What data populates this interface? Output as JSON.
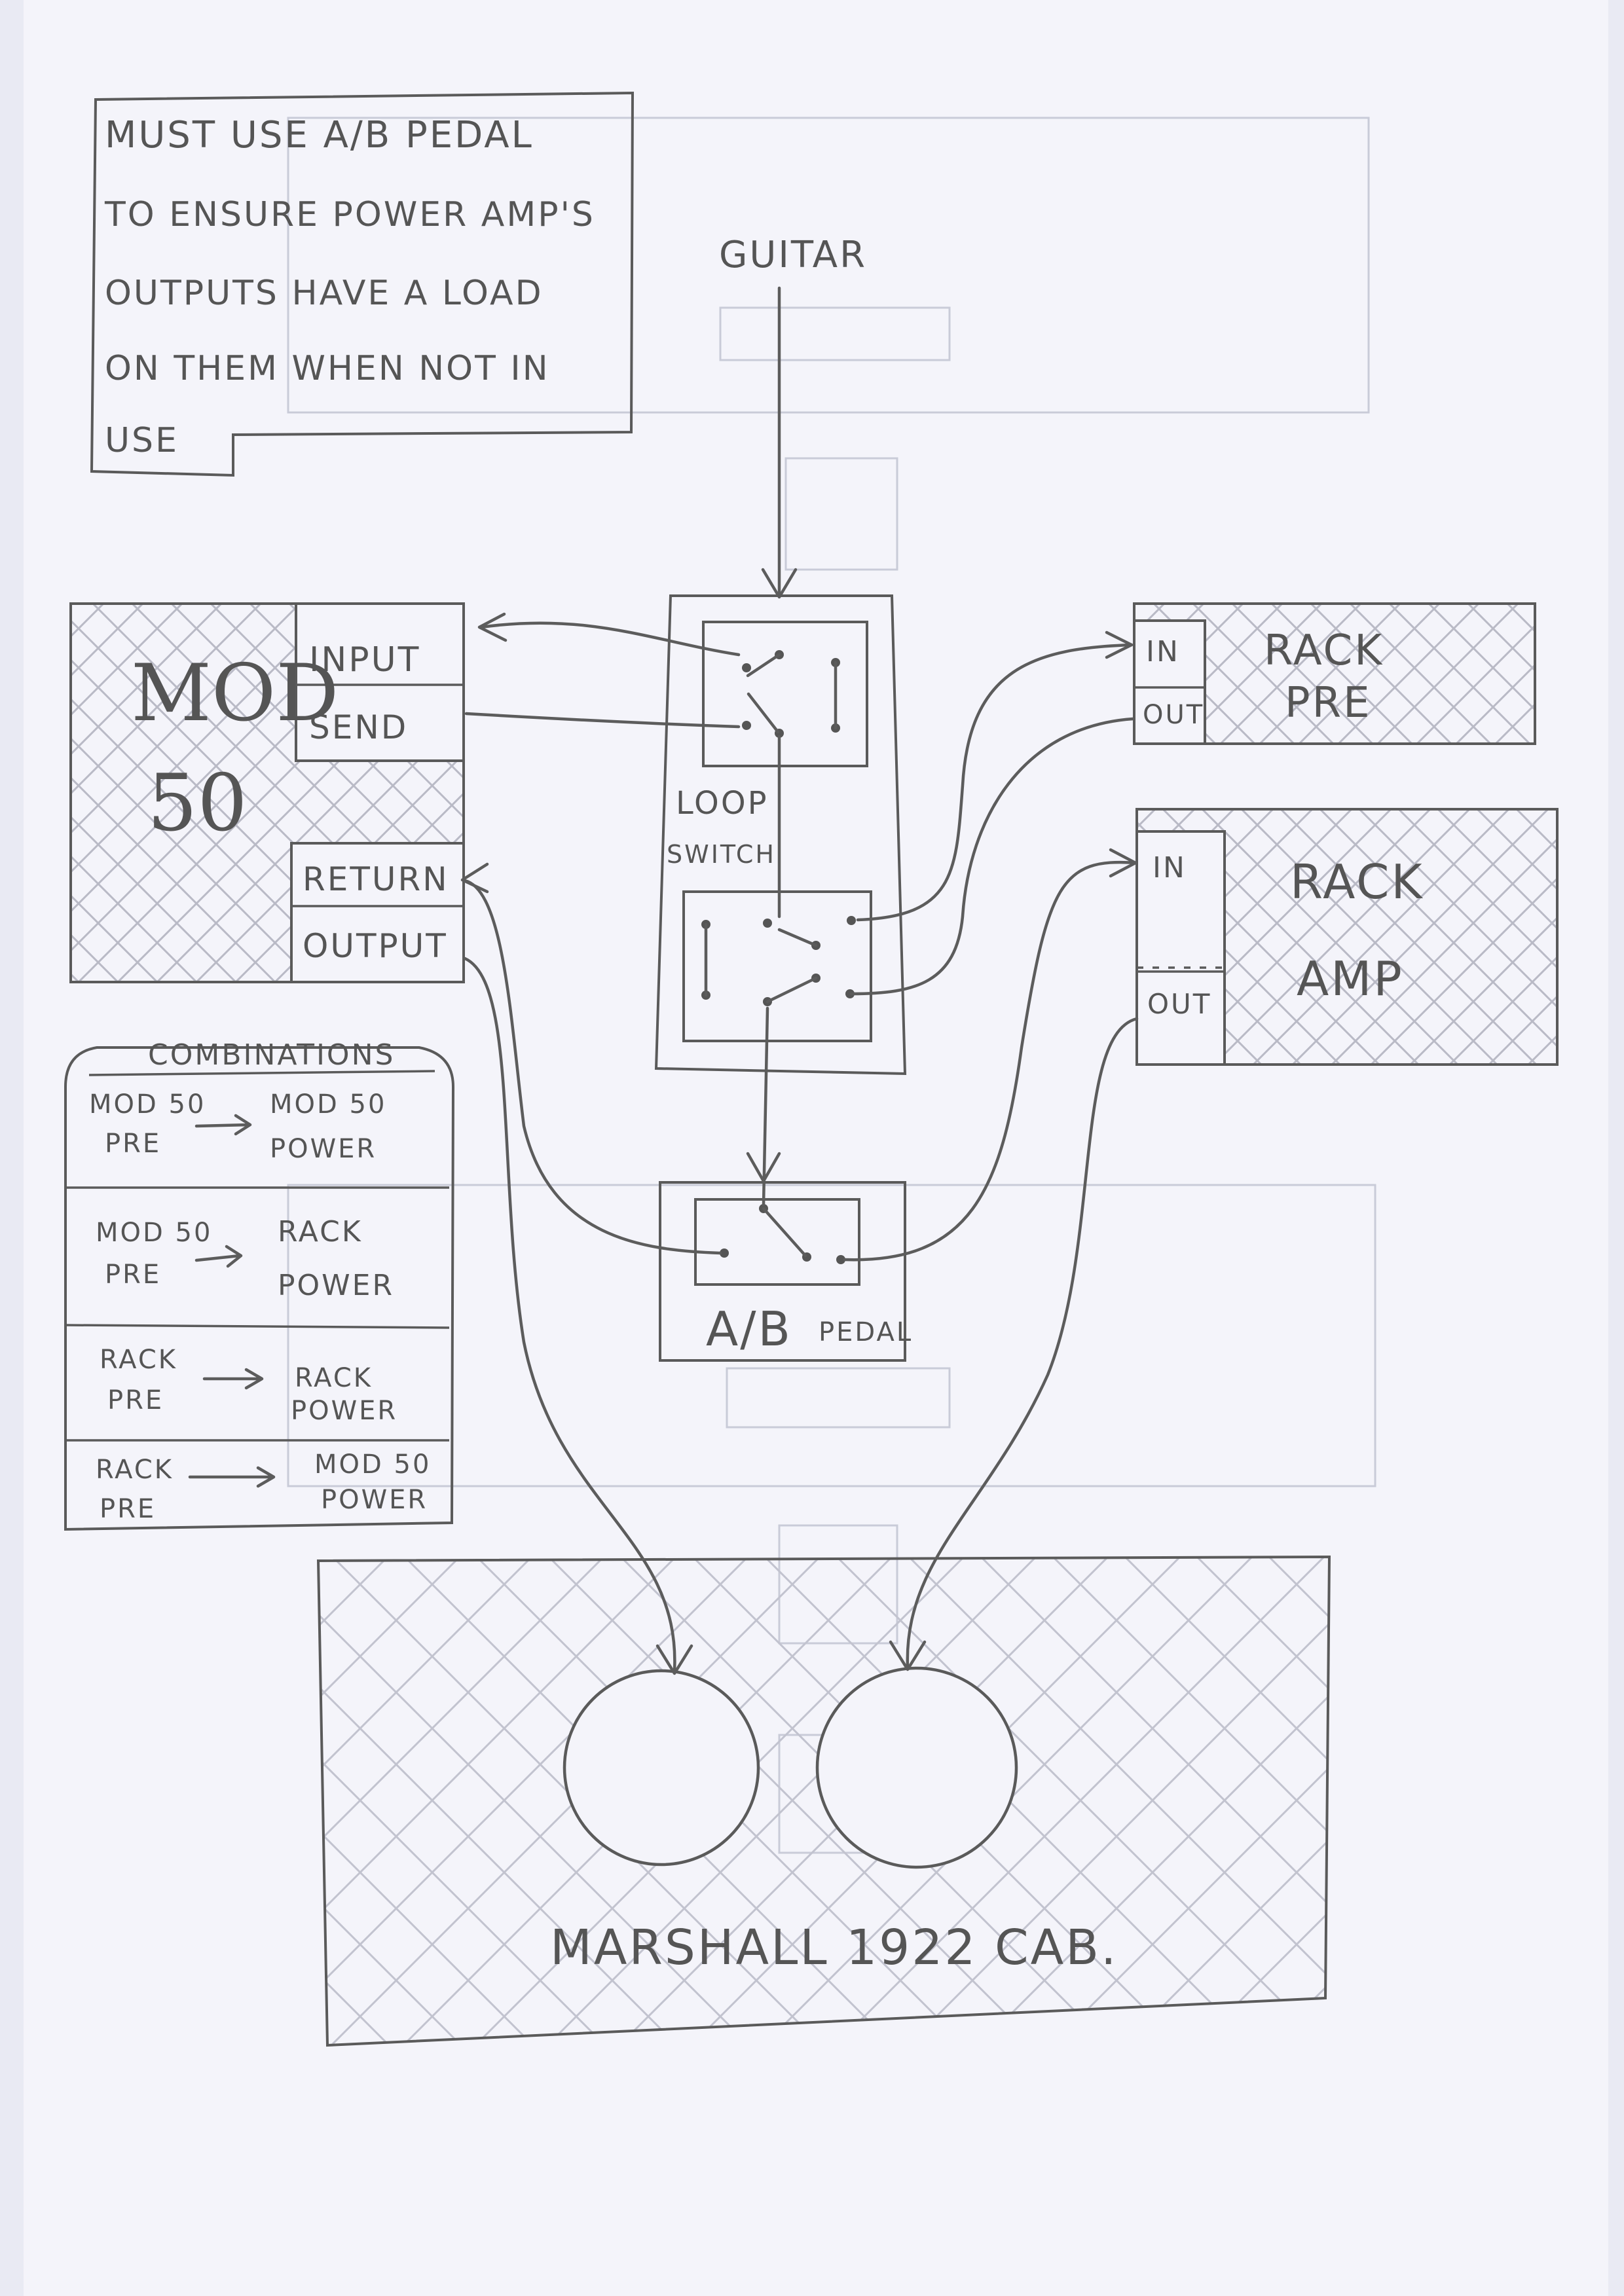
{
  "note": {
    "lines": [
      "MUST USE A/B PEDAL",
      "TO ENSURE POWER AMP'S",
      "OUTPUTS HAVE A LOAD",
      "ON THEM WHEN NOT IN",
      "USE"
    ]
  },
  "guitar": {
    "label": "GUITAR"
  },
  "mod50": {
    "title_line1": "MOD",
    "title_line2": "50",
    "jack_input": "INPUT",
    "jack_send": "SEND",
    "jack_return": "RETURN",
    "jack_output": "OUTPUT"
  },
  "loop_switch": {
    "label_line1": "LOOP",
    "label_line2": "SWITCH"
  },
  "rack_pre": {
    "title_line1": "RACK",
    "title_line2": "PRE",
    "jack_in": "IN",
    "jack_out": "OUT"
  },
  "rack_amp": {
    "title_line1": "RACK",
    "title_line2": "AMP",
    "jack_in": "IN",
    "jack_out": "OUT"
  },
  "ab_pedal": {
    "label_main": "A/B",
    "label_sub": "PEDAL"
  },
  "combinations": {
    "title": "COMBINATIONS",
    "rows": [
      {
        "from_line1": "MOD 50",
        "from_line2": "PRE",
        "to_line1": "MOD 50",
        "to_line2": "POWER"
      },
      {
        "from_line1": "MOD 50",
        "from_line2": "PRE",
        "to_line1": "RACK",
        "to_line2": "POWER"
      },
      {
        "from_line1": "RACK",
        "from_line2": "PRE",
        "to_line1": "RACK",
        "to_line2": "POWER"
      },
      {
        "from_line1": "RACK",
        "from_line2": "PRE",
        "to_line1": "MOD 50",
        "to_line2": "POWER"
      }
    ]
  },
  "cab": {
    "label": "MARSHALL 1922 CAB."
  }
}
